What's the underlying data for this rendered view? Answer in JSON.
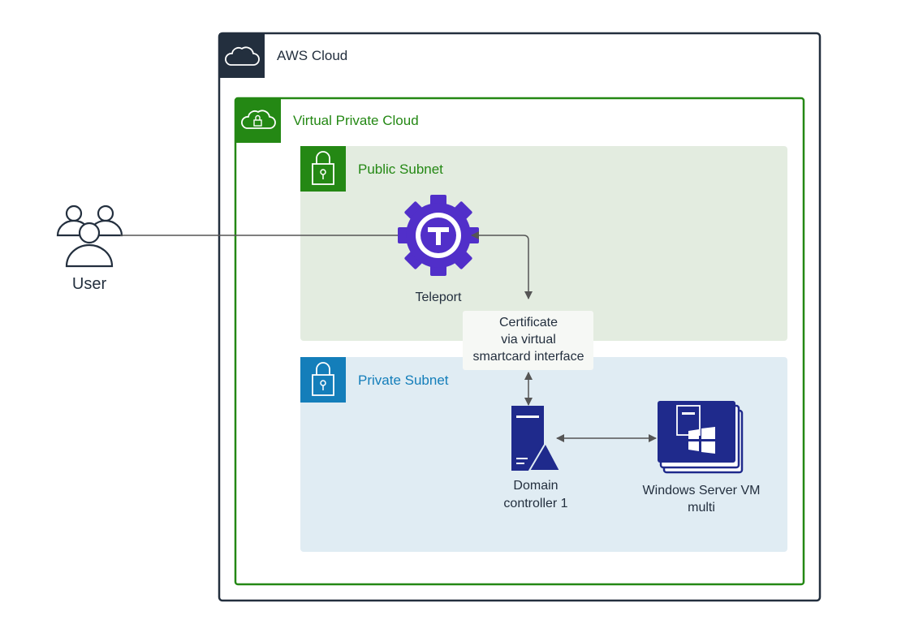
{
  "actor": {
    "label": "User",
    "icon": "users-icon"
  },
  "aws": {
    "label": "AWS Cloud",
    "icon": "cloud-icon",
    "color": "#232f3e"
  },
  "vpc": {
    "label": "Virtual Private Cloud",
    "icon": "cloud-lock-icon",
    "color": "#248814"
  },
  "public_subnet": {
    "label": "Public Subnet",
    "icon": "lock-icon",
    "color": "#248814",
    "fill": "#e3ece0"
  },
  "private_subnet": {
    "label": "Private Subnet",
    "icon": "lock-icon",
    "color": "#147eba",
    "fill": "#e0ecf3"
  },
  "teleport": {
    "label": "Teleport",
    "icon": "teleport-gear-icon",
    "color": "#512fc9"
  },
  "certificate_note": {
    "line1": "Certificate",
    "line2": "via virtual",
    "line3": "smartcard interface"
  },
  "domain_controller": {
    "line1": "Domain",
    "line2": "controller 1",
    "icon": "domain-controller-icon",
    "color": "#1f2a8c"
  },
  "windows_vm": {
    "line1": "Windows Server VM",
    "line2": "multi",
    "icon": "windows-server-stack-icon",
    "color": "#1f2a8c"
  }
}
